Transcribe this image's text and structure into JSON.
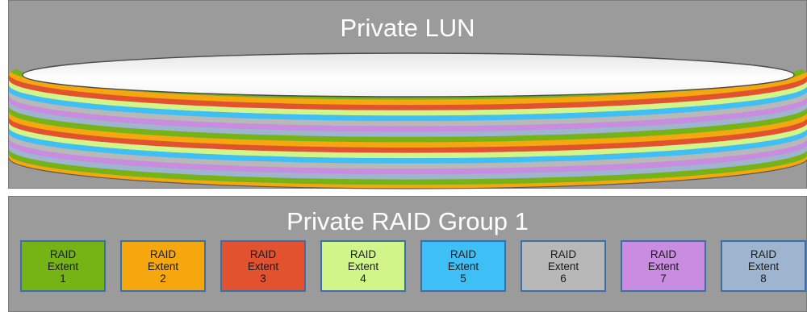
{
  "lun": {
    "title": "Private LUN"
  },
  "raid_group": {
    "title": "Private RAID Group 1",
    "extents": [
      {
        "line1": "RAID",
        "line2": "Extent",
        "number": "1",
        "color": "#76b314"
      },
      {
        "line1": "RAID",
        "line2": "Extent",
        "number": "2",
        "color": "#f5a70d"
      },
      {
        "line1": "RAID",
        "line2": "Extent",
        "number": "3",
        "color": "#e2522f"
      },
      {
        "line1": "RAID",
        "line2": "Extent",
        "number": "4",
        "color": "#d2f58a"
      },
      {
        "line1": "RAID",
        "line2": "Extent",
        "number": "5",
        "color": "#3ec0f6"
      },
      {
        "line1": "RAID",
        "line2": "Extent",
        "number": "6",
        "color": "#b8b8b8"
      },
      {
        "line1": "RAID",
        "line2": "Extent",
        "number": "7",
        "color": "#c98ce0"
      },
      {
        "line1": "RAID",
        "line2": "Extent",
        "number": "8",
        "color": "#9fb4cf"
      }
    ]
  }
}
